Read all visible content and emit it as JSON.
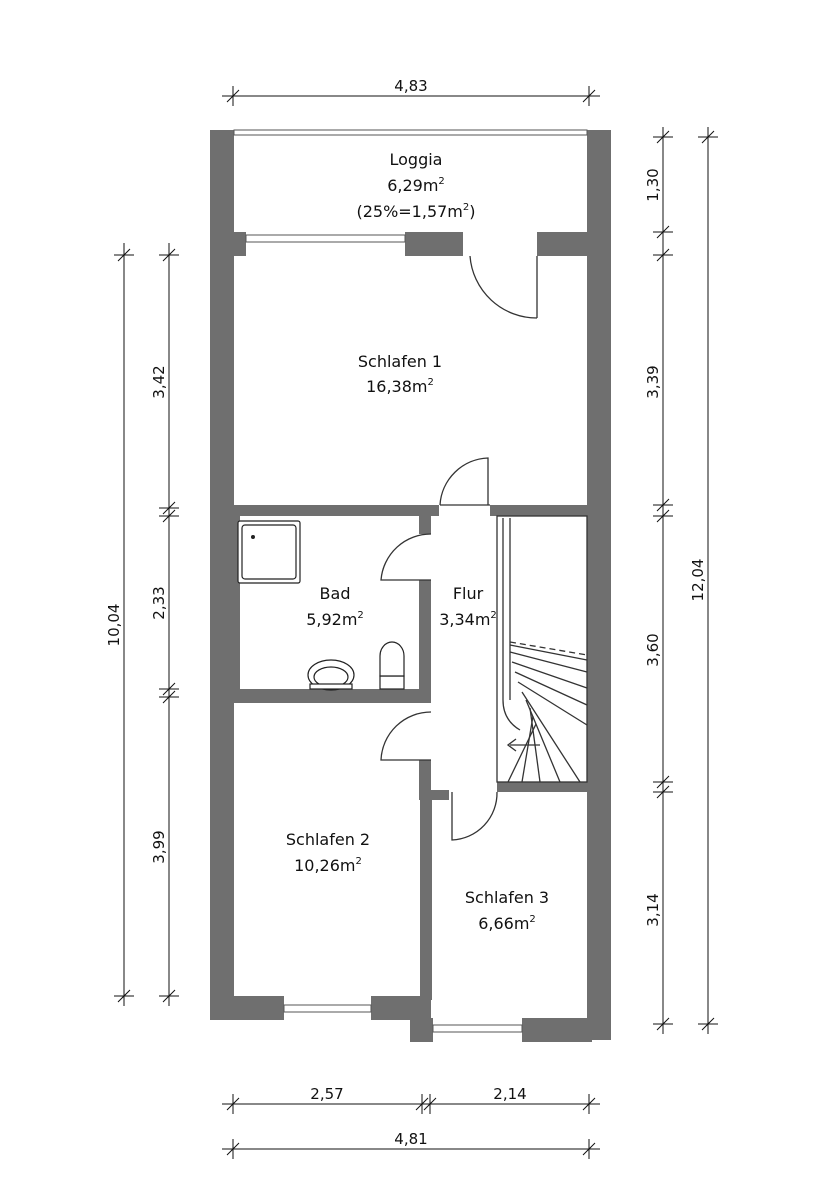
{
  "rooms": {
    "loggia": {
      "name": "Loggia",
      "area": "6,29m",
      "note_pre": "(25%=1,57m",
      "note_post": ")"
    },
    "schlafen1": {
      "name": "Schlafen 1",
      "area": "16,38m"
    },
    "bad": {
      "name": "Bad",
      "area": "5,92m"
    },
    "flur": {
      "name": "Flur",
      "area": "3,34m"
    },
    "schlafen2": {
      "name": "Schlafen 2",
      "area": "10,26m"
    },
    "schlafen3": {
      "name": "Schlafen 3",
      "area": "6,66m"
    }
  },
  "units": {
    "squared": "2"
  },
  "dimensions": {
    "top_width": "4,83",
    "bottom_left": "2,57",
    "bottom_right": "2,14",
    "bottom_total": "4,81",
    "left_total": "10,04",
    "left_upper": "3,42",
    "left_middle": "2,33",
    "left_lower": "3,99",
    "right_total": "12,04",
    "right_loggia": "1,30",
    "right_upper": "3,39",
    "right_middle": "3,60",
    "right_lower": "3,14"
  }
}
